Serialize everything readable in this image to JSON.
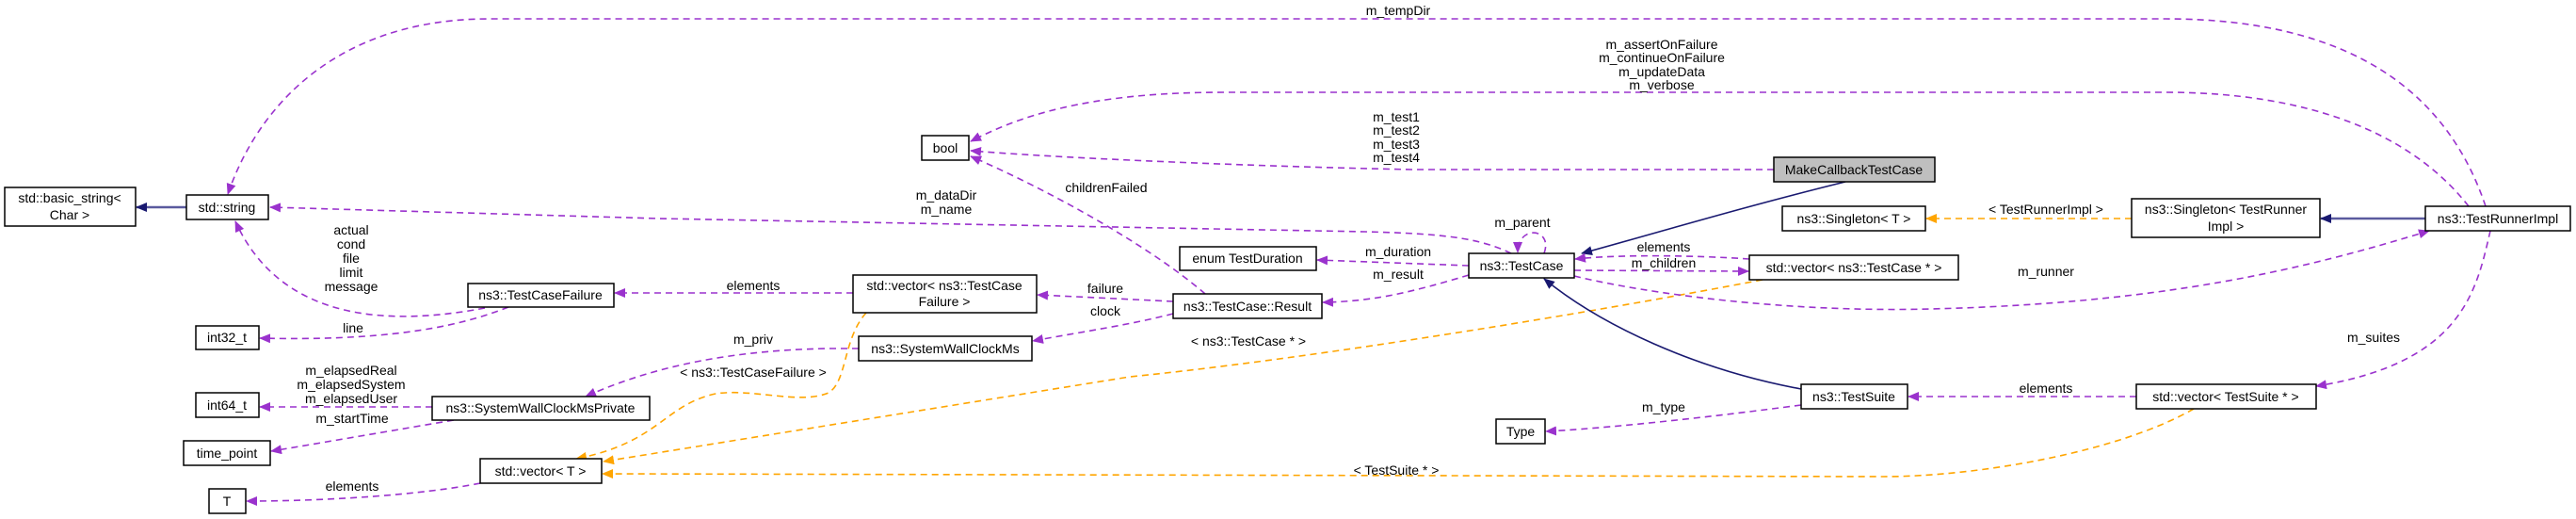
{
  "colors": {
    "member_edge": "#9a32cd",
    "template_edge": "#ffa500",
    "inheritance_edge": "#191970",
    "focus_node_fill": "#bfbfbf"
  },
  "nodes": {
    "basic_string": [
      "std::basic_string<",
      "Char >"
    ],
    "string": [
      "std::string"
    ],
    "bool": [
      "bool"
    ],
    "test_case_failure": [
      "ns3::TestCaseFailure"
    ],
    "int32": [
      "int32_t"
    ],
    "int64": [
      "int64_t"
    ],
    "time_point": [
      "time_point"
    ],
    "t": [
      "T"
    ],
    "swcm_private": [
      "ns3::SystemWallClockMsPrivate"
    ],
    "vector_t": [
      "std::vector< T >"
    ],
    "vector_failure": [
      "std::vector< ns3::TestCase",
      "Failure >"
    ],
    "swcm": [
      "ns3::SystemWallClockMs"
    ],
    "result": [
      "ns3::TestCase::Result"
    ],
    "duration": [
      "enum TestDuration"
    ],
    "test_case": [
      "ns3::TestCase"
    ],
    "type": [
      "Type"
    ],
    "make_callback": [
      "MakeCallbackTestCase"
    ],
    "singleton_t": [
      "ns3::Singleton< T >"
    ],
    "vector_testcase": [
      "std::vector< ns3::TestCase * >"
    ],
    "test_suite": [
      "ns3::TestSuite"
    ],
    "singleton_runner": [
      "ns3::Singleton< TestRunner",
      "Impl >"
    ],
    "runner_impl": [
      "ns3::TestRunnerImpl"
    ],
    "vector_suite": [
      "std::vector< TestSuite * >"
    ]
  },
  "edge_labels": {
    "temp_dir": [
      "m_tempDir"
    ],
    "runner_flags": [
      "m_assertOnFailure",
      "m_continueOnFailure",
      "m_updateData",
      "m_verbose"
    ],
    "tests": [
      "m_test1",
      "m_test2",
      "m_test3",
      "m_test4"
    ],
    "children_failed": [
      "childrenFailed"
    ],
    "data_dir": [
      "m_dataDir",
      "m_name"
    ],
    "parent": [
      "m_parent"
    ],
    "failure_strings": [
      "actual",
      "cond",
      "file",
      "limit",
      "message"
    ],
    "line": [
      "line"
    ],
    "failure_elements": [
      "elements"
    ],
    "priv": [
      "m_priv"
    ],
    "tmpl_failure": [
      "< ns3::TestCaseFailure >"
    ],
    "elapsed": [
      "m_elapsedReal",
      "m_elapsedSystem",
      "m_elapsedUser"
    ],
    "start_time": [
      "m_startTime"
    ],
    "t_elements": [
      "elements"
    ],
    "failure": [
      "failure"
    ],
    "clock": [
      "clock"
    ],
    "tmpl_testcase": [
      "< ns3::TestCase * >"
    ],
    "duration": [
      "m_duration"
    ],
    "result": [
      "m_result"
    ],
    "tc_elements": [
      "elements"
    ],
    "children": [
      "m_children"
    ],
    "runner": [
      "m_runner"
    ],
    "tmpl_runner": [
      "< TestRunnerImpl >"
    ],
    "suites": [
      "m_suites"
    ],
    "suite_elements": [
      "elements"
    ],
    "type": [
      "m_type"
    ],
    "tmpl_suite": [
      "< TestSuite * >"
    ]
  }
}
